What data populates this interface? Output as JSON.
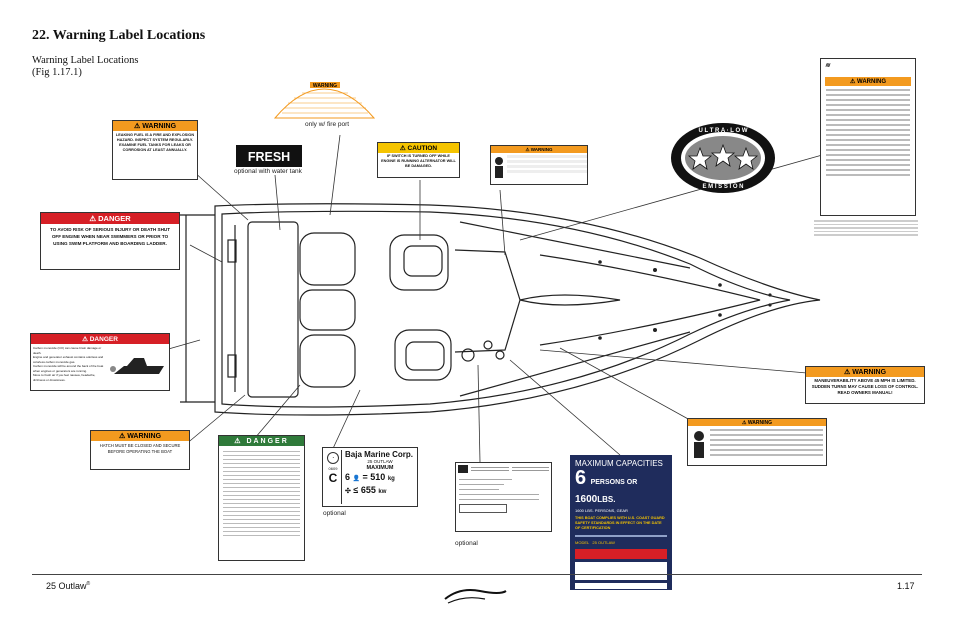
{
  "page": {
    "title": "22. Warning Label Locations",
    "subtitle_line1": "Warning Label Locations",
    "subtitle_line2": "(Fig 1.17.1)",
    "footer_left": "25 Outlaw",
    "footer_registered": "®",
    "footer_right": "1.17"
  },
  "captions": {
    "fire_port": "only w/ fire port",
    "water_tank": "optional with water tank",
    "optional_1": "optional",
    "optional_2": "optional"
  },
  "labels": {
    "fuel_warning": {
      "header": "WARNING",
      "text": "LEAKING FUEL IS A FIRE AND EXPLOSION HAZARD. INSPECT SYSTEM REGULARLY. EXAMINE FUEL TANKS FOR LEAKS OR CORROSION AT LEAST ANNUALLY."
    },
    "swim_danger": {
      "header": "DANGER",
      "text": "TO AVOID RISK OF SERIOUS INJURY OR DEATH SHUT OFF ENGINE WHEN NEAR SWIMMERS OR PRIOR TO USING SWIM PLATFORM AND BOARDING LADDER."
    },
    "co_danger": {
      "header": "DANGER",
      "lines": [
        "Carbon monoxide (CO) can cause brain damage or death.",
        "Engine and generator exhaust contains odorless and colorless carbon monoxide gas.",
        "Carbon monoxide will be around the back of the boat when engines or generators are running.",
        "Move to fresh air if you feel nausea, headache, dizziness or drowsiness."
      ]
    },
    "fire_port_warning": {
      "header": "WARNING"
    },
    "fresh_water": {
      "text": "FRESH WATER"
    },
    "caution_alternator": {
      "header": "CAUTION",
      "text": "IF SWITCH IS TURNED OFF WHILE ENGINE IS RUNNING ALTERNATOR WILL BE DAMAGED."
    },
    "hatch_warning": {
      "header": "WARNING",
      "text": "HATCH MUST BE CLOSED AND SECURE BEFORE OPERATING THE BOAT"
    },
    "gasoline_danger": {
      "header": "DANGER"
    },
    "baja_plate": {
      "company": "Baja Marine Corp.",
      "model": "25 OUTLAW",
      "maximum": "MAXIMUM",
      "persons": "6",
      "kg": "510",
      "kg_unit": "kg",
      "kw": "655",
      "kw_unit": "kw",
      "year": "0609"
    },
    "capacities": {
      "title": "MAXIMUM CAPACITIES",
      "persons": "6",
      "persons_text": "PERSONS OR",
      "lbs": "1600",
      "lbs_unit": "LBS.",
      "sub": "1600 LBS. PERSONS, GEAR",
      "statement": "THIS BOAT COMPLIES WITH U.S. COAST GUARD SAFETY STANDARDS IN EFFECT ON THE DATE OF CERTIFICATION",
      "model": "MODEL",
      "model_value": "25 OUTLAW"
    },
    "maneuverability": {
      "header": "WARNING",
      "text": "MANEUVERABILITY ABOVE 45 MPH IS LIMITED. SUDDEN TURNS MAY CAUSE LOSS OF CONTROL. READ OWNERS MANUAL!"
    },
    "ultra_low": {
      "top": "U L T R A · L O W",
      "bottom": "E M I S S I O N"
    },
    "california": {
      "header": "WARNING"
    },
    "co_warning_right": {
      "header": "WARNING"
    }
  },
  "colors": {
    "orange": "#f39a1f",
    "red": "#d61f26",
    "yellow": "#f5c400",
    "navy": "#1f2c5c"
  }
}
